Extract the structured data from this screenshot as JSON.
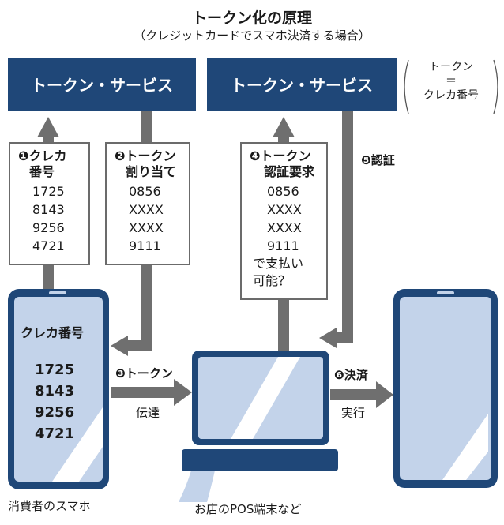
{
  "title": "トークン化の原理",
  "subtitle": "（クレジットカードでスマホ決済する場合）",
  "services": [
    {
      "label": "トークン・サービス"
    },
    {
      "label": "トークン・サービス"
    }
  ],
  "note": {
    "line1": "トークン",
    "line2": "＝",
    "line3": "クレカ番号"
  },
  "steps": {
    "s1": {
      "line1": "❶クレカ",
      "line2": "番号",
      "values": [
        "1725",
        "8143",
        "9256",
        "4721"
      ]
    },
    "s2": {
      "line1": "❷トークン",
      "line2": "割り当て",
      "values": [
        "0856",
        "XXXX",
        "XXXX",
        "9111"
      ]
    },
    "s3": {
      "line1": "❸トークン",
      "line2": "伝達"
    },
    "s4": {
      "line1": "❹トークン",
      "line2": "認証要求",
      "values": [
        "0856",
        "XXXX",
        "XXXX",
        "9111"
      ],
      "extra1": "で支払い",
      "extra2": "可能？"
    },
    "s5": {
      "label": "❺認証"
    },
    "s6": {
      "line1": "❻決済",
      "line2": "実行"
    }
  },
  "phone": {
    "label": "クレカ番号",
    "values": [
      "1725",
      "8143",
      "9256",
      "4721"
    ]
  },
  "captions": {
    "phone": "消費者のスマホ",
    "pos": "お店のPOS端末など"
  },
  "colors": {
    "navy": "#1f4778",
    "screen": "#c3d3ea",
    "arrow": "#6f6f6f",
    "border": "#6b6b6b"
  }
}
